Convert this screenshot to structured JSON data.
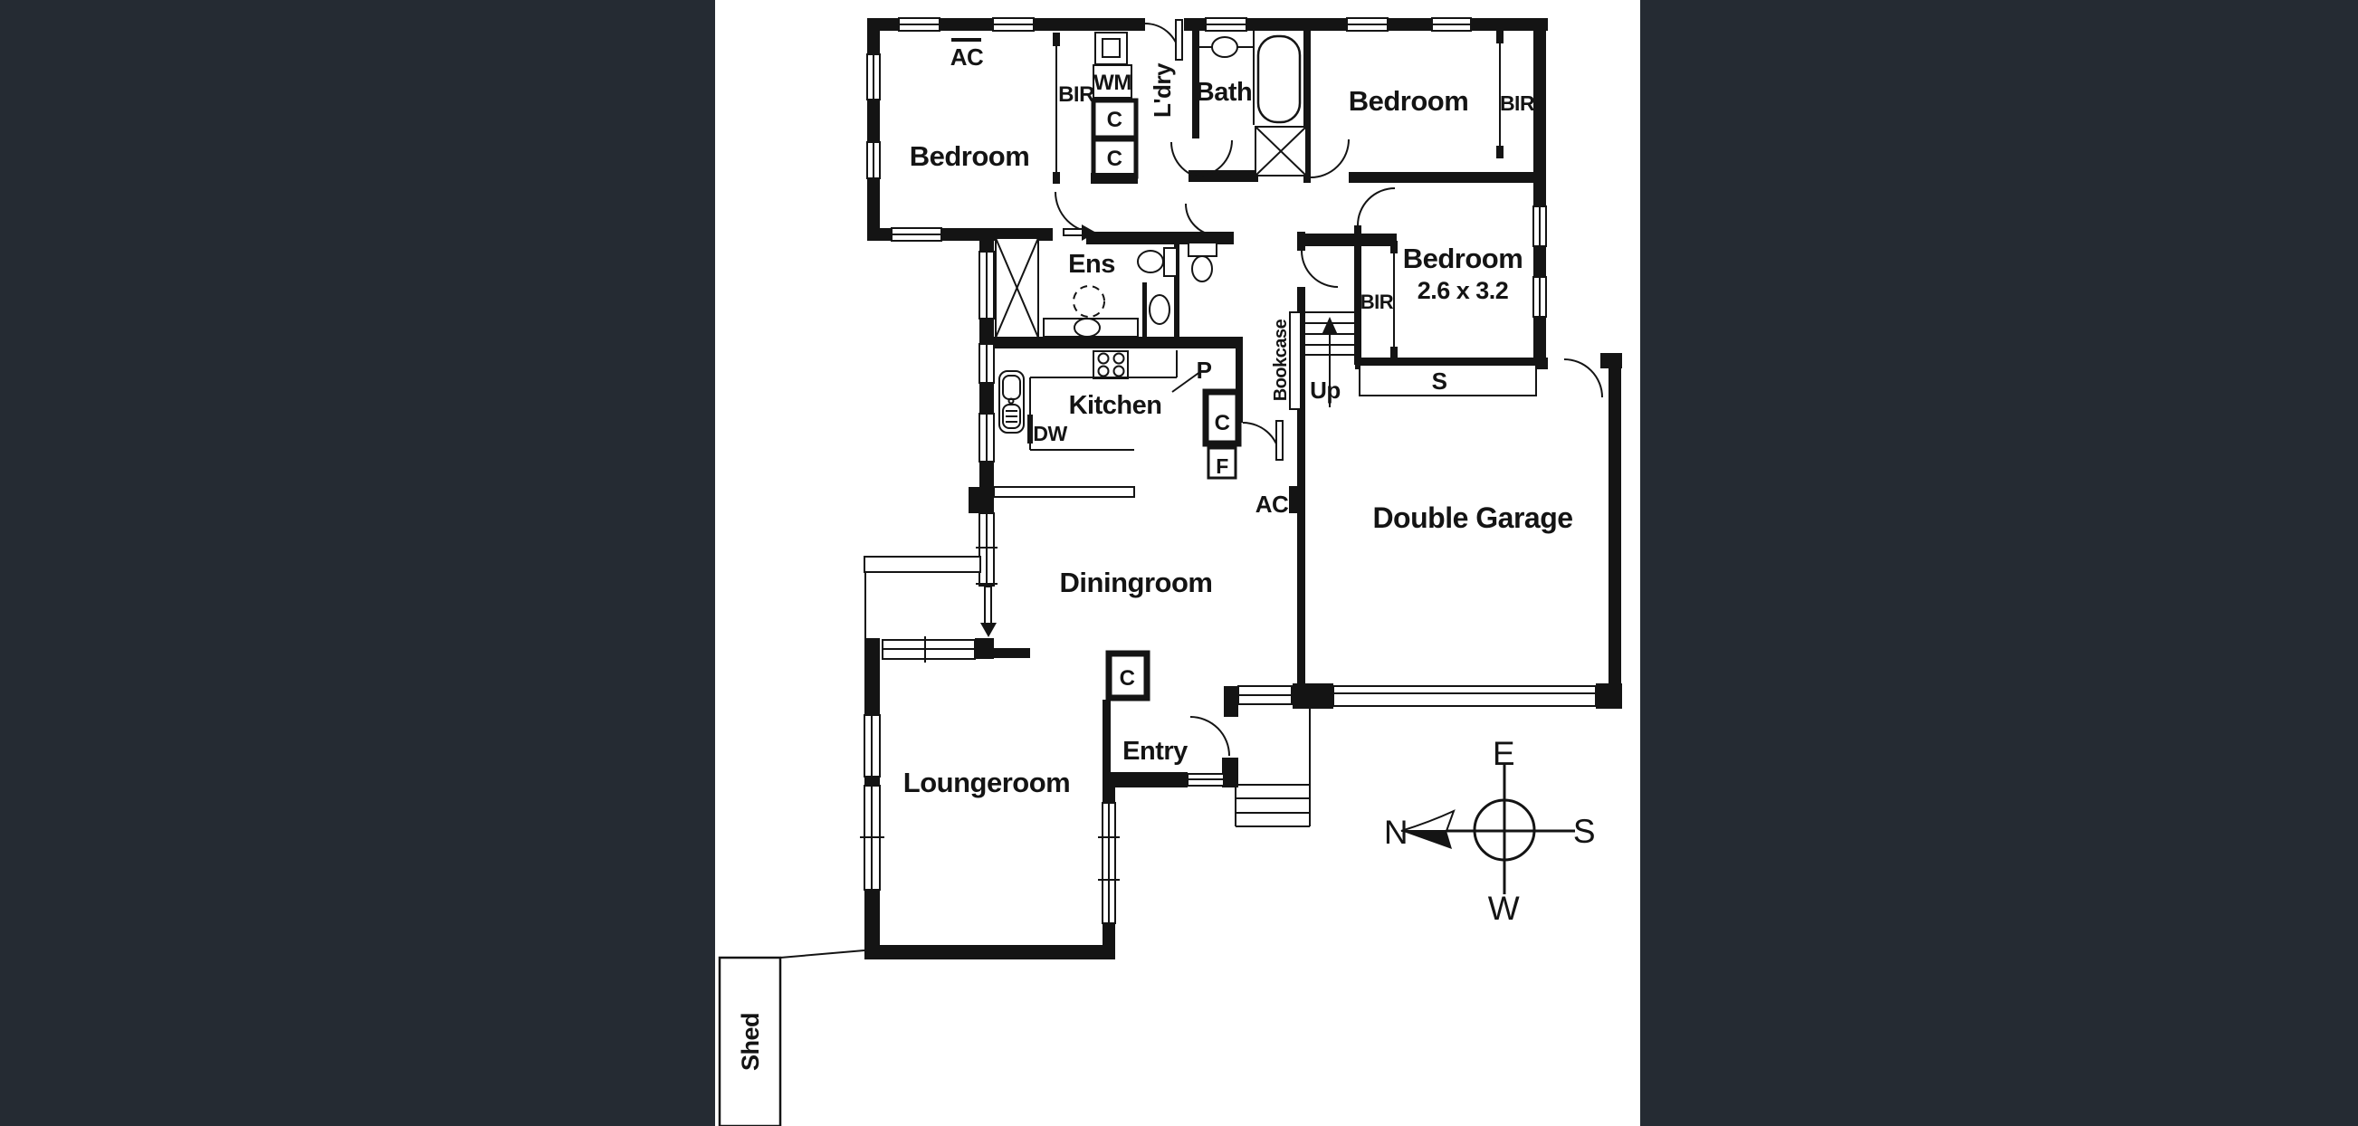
{
  "colors": {
    "background": "#252b33",
    "paper": "#ffffff",
    "line": "#141414"
  },
  "plan": {
    "bedroom1": "Bedroom",
    "bedroom1_ac": "AC",
    "bir1": "BIR",
    "wm": "WM",
    "c_top1": "C",
    "c_top2": "C",
    "laundry": "L'dry",
    "bath": "Bath",
    "bedroom2": "Bedroom",
    "bir2": "BIR",
    "bedroom3": "Bedroom",
    "bedroom3_size": "2.6 x 3.2",
    "bir3": "BIR",
    "storage": "S",
    "ens": "Ens",
    "up": "Up",
    "bookcase": "Bookcase",
    "kitchen": "Kitchen",
    "pantry": "P",
    "cupboard_kitchen": "C",
    "fridge": "F",
    "dishwasher": "DW",
    "ac_wall": "AC",
    "garage": "Double Garage",
    "dining": "Diningroom",
    "cupboard_entry": "C",
    "entry": "Entry",
    "lounge": "Loungeroom",
    "shed": "Shed"
  },
  "compass": {
    "east": "E",
    "south": "S",
    "west": "W",
    "north": "N"
  }
}
